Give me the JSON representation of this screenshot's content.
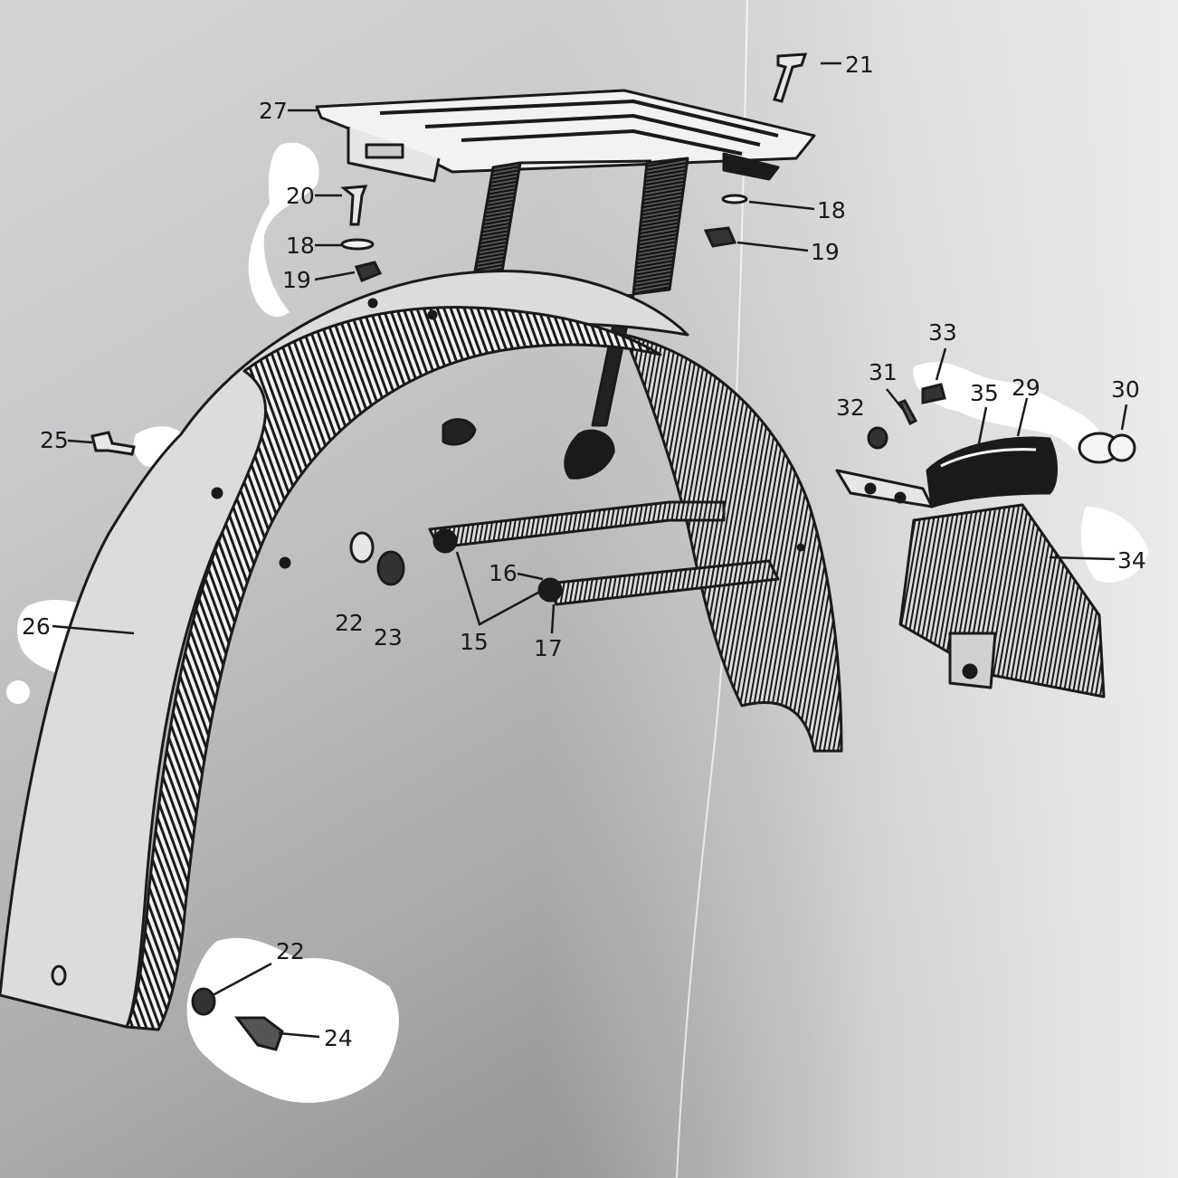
{
  "labels": {
    "p15": "15",
    "p16": "16",
    "p17": "17",
    "p18a": "18",
    "p18b": "18",
    "p19a": "19",
    "p19b": "19",
    "p20": "20",
    "p21": "21",
    "p22a": "22",
    "p22b": "22",
    "p23": "23",
    "p24": "24",
    "p25": "25",
    "p26": "26",
    "p27": "27",
    "p29": "29",
    "p30": "30",
    "p31": "31",
    "p32": "32",
    "p33": "33",
    "p34": "34",
    "p35": "35"
  },
  "colors": {
    "paper_light": "#e6e6e4",
    "paper_shadow": "#9a9b9d",
    "ink": "#1a1a1a",
    "correction_white": "#ffffff"
  }
}
